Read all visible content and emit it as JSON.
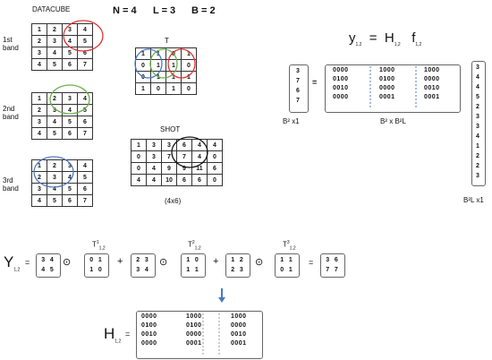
{
  "header": {
    "datacube": "DATACUBE",
    "n": "N = 4",
    "l": "L = 3",
    "b": "B = 2"
  },
  "bands": {
    "b1": [
      "1st",
      "band"
    ],
    "b2": [
      "2nd",
      "band"
    ],
    "b3": [
      "3rd",
      "band"
    ]
  },
  "band1": [
    [
      "1",
      "2",
      "3",
      "4"
    ],
    [
      "2",
      "3",
      "4",
      "5"
    ],
    [
      "3",
      "4",
      "5",
      "6"
    ],
    [
      "4",
      "5",
      "6",
      "7"
    ]
  ],
  "band2": [
    [
      "1",
      "2",
      "3",
      "4"
    ],
    [
      "2",
      "3",
      "4",
      "5"
    ],
    [
      "3",
      "4",
      "5",
      "6"
    ],
    [
      "4",
      "5",
      "6",
      "7"
    ]
  ],
  "band3": [
    [
      "1",
      "2",
      "3",
      "4"
    ],
    [
      "2",
      "3",
      "4",
      "5"
    ],
    [
      "3",
      "4",
      "5",
      "6"
    ],
    [
      "4",
      "5",
      "6",
      "7"
    ]
  ],
  "t": {
    "label": "T",
    "grid": [
      [
        "1",
        "1",
        "0",
        "1"
      ],
      [
        "0",
        "1",
        "1",
        "0"
      ],
      [
        "0",
        "1",
        "1",
        "1"
      ],
      [
        "1",
        "0",
        "1",
        "0"
      ]
    ]
  },
  "shot": {
    "label": "SHOT",
    "size": "(4x6)",
    "grid": [
      [
        "1",
        "3",
        "3",
        "6",
        "4",
        "4"
      ],
      [
        "0",
        "3",
        "7",
        "7",
        "4",
        "0"
      ],
      [
        "0",
        "4",
        "9",
        "9",
        "11",
        "6"
      ],
      [
        "4",
        "4",
        "10",
        "6",
        "6",
        "0"
      ]
    ]
  },
  "eq1": {
    "y": "y",
    "y_sub": "1,2",
    "eq": "=",
    "h": "H",
    "h_sub": "1,2",
    "f": "f",
    "f_sub": "1,2"
  },
  "yvec": [
    "3",
    "7",
    "6",
    "7"
  ],
  "hmat": {
    "b1": [
      "0000",
      "0100",
      "0010",
      "0000"
    ],
    "b2": [
      "1000",
      "0100",
      "0000",
      "0001"
    ],
    "b3": [
      "1000",
      "0000",
      "0010",
      "0001"
    ]
  },
  "fvec": [
    "3",
    "4",
    "4",
    "5",
    "2",
    "3",
    "3",
    "4",
    "1",
    "2",
    "2",
    "3"
  ],
  "dims": {
    "y": "B² x1",
    "h": "B² x B²L",
    "f": "B²L x1"
  },
  "eq2": {
    "Y": "Y",
    "Y_sub": "1,2",
    "m1": [
      "3",
      "4",
      "4",
      "5"
    ],
    "t1": [
      "0",
      "1",
      "1",
      "0"
    ],
    "t1_label": "T",
    "t1_sup": "1",
    "t1_sub": "1,2",
    "m2": [
      "2",
      "3",
      "3",
      "4"
    ],
    "t2": [
      "1",
      "0",
      "1",
      "1"
    ],
    "t2_label": "T",
    "t2_sup": "2",
    "t2_sub": "1,2",
    "m3": [
      "1",
      "2",
      "2",
      "3"
    ],
    "t3": [
      "1",
      "1",
      "0",
      "1"
    ],
    "t3_label": "T",
    "t3_sup": "3",
    "t3_sub": "1,2",
    "res": [
      "3",
      "6",
      "7",
      "7"
    ],
    "odot": "⊙",
    "plus": "+",
    "eq": "="
  },
  "hbottom": {
    "label": "H",
    "sub": "1,2",
    "eq": "=",
    "b1": [
      "0000",
      "0100",
      "0010",
      "0000"
    ],
    "b2": [
      "1000",
      "0100",
      "0000",
      "0001"
    ],
    "b3": [
      "1000",
      "0000",
      "0010",
      "0001"
    ]
  },
  "colors": {
    "red": "#e03030",
    "green": "#6ab04c",
    "blue": "#4a78c2",
    "black": "#111111"
  }
}
